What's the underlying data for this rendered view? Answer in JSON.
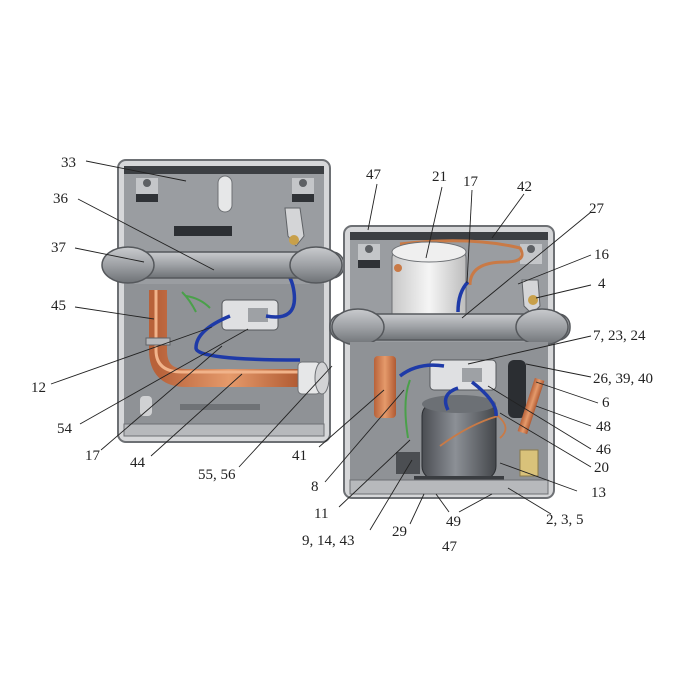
{
  "callouts": [
    {
      "id": "33",
      "label": "33"
    },
    {
      "id": "36",
      "label": "36"
    },
    {
      "id": "37",
      "label": "37"
    },
    {
      "id": "45",
      "label": "45"
    },
    {
      "id": "12",
      "label": "12"
    },
    {
      "id": "54",
      "label": "54"
    },
    {
      "id": "17a",
      "label": "17"
    },
    {
      "id": "44",
      "label": "44"
    },
    {
      "id": "55-56",
      "label": "55, 56"
    },
    {
      "id": "47a",
      "label": "47"
    },
    {
      "id": "21",
      "label": "21"
    },
    {
      "id": "17b",
      "label": "17"
    },
    {
      "id": "42",
      "label": "42"
    },
    {
      "id": "27",
      "label": "27"
    },
    {
      "id": "16",
      "label": "16"
    },
    {
      "id": "4",
      "label": "4"
    },
    {
      "id": "7-23-24",
      "label": "7, 23, 24"
    },
    {
      "id": "26-39-40",
      "label": "26, 39, 40"
    },
    {
      "id": "6",
      "label": "6"
    },
    {
      "id": "48",
      "label": "48"
    },
    {
      "id": "46",
      "label": "46"
    },
    {
      "id": "20",
      "label": "20"
    },
    {
      "id": "13",
      "label": "13"
    },
    {
      "id": "41",
      "label": "41"
    },
    {
      "id": "8",
      "label": "8"
    },
    {
      "id": "11",
      "label": "11"
    },
    {
      "id": "9-14-43",
      "label": "9, 14, 43"
    },
    {
      "id": "29",
      "label": "29"
    },
    {
      "id": "49",
      "label": "49"
    },
    {
      "id": "2-3-5",
      "label": "2, 3, 5"
    },
    {
      "id": "47b",
      "label": "47"
    }
  ]
}
